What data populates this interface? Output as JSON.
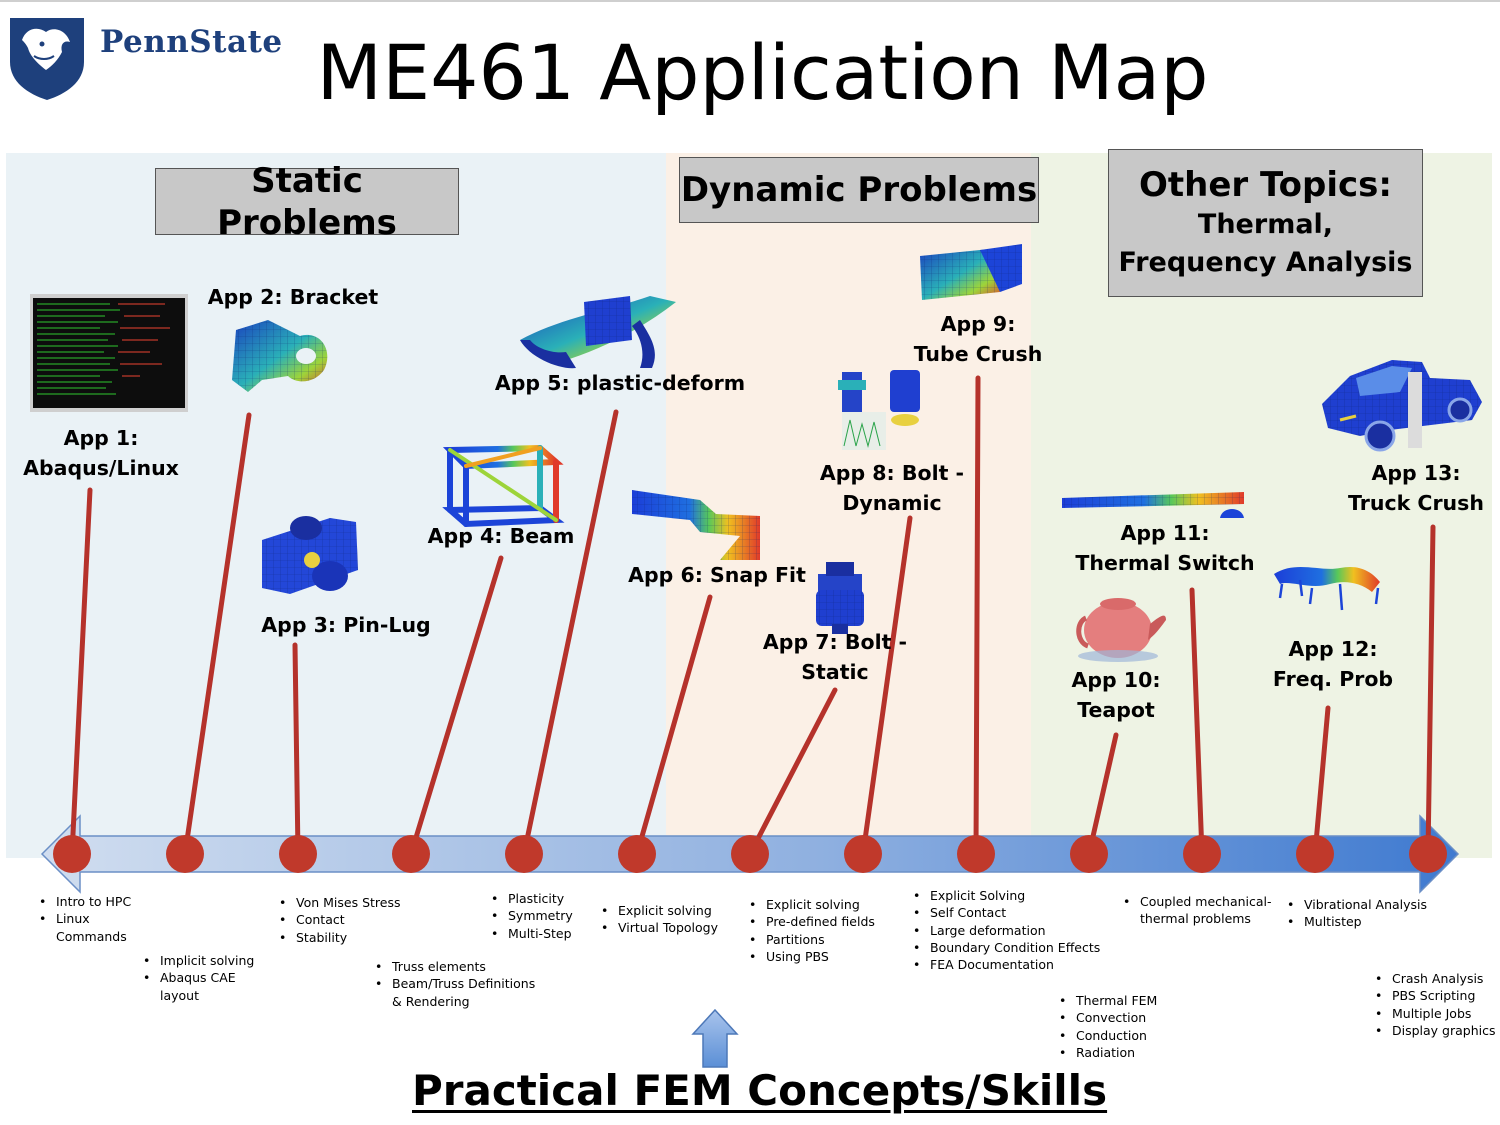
{
  "header": {
    "brand": "PennState",
    "title": "ME461 Application Map"
  },
  "categories": {
    "static": {
      "line1": "Static Problems"
    },
    "dynamic": {
      "line1": "Dynamic Problems"
    },
    "other": {
      "line1": "Other Topics:",
      "line2": "Thermal,",
      "line3": "Frequency Analysis"
    }
  },
  "apps": [
    {
      "id": 1,
      "label": [
        "App 1:",
        "Abaqus/Linux"
      ],
      "category": "static",
      "concepts": [
        [
          "Intro to HPC"
        ],
        [
          "Linux",
          "Commands"
        ]
      ]
    },
    {
      "id": 2,
      "label": [
        "App 2: Bracket"
      ],
      "category": "static",
      "concepts": [
        [
          "Implicit solving"
        ],
        [
          "Abaqus CAE",
          "layout"
        ]
      ]
    },
    {
      "id": 3,
      "label": [
        "App 3: Pin-Lug"
      ],
      "category": "static",
      "concepts": [
        [
          "Von Mises Stress"
        ],
        [
          "Contact"
        ],
        [
          "Stability"
        ]
      ]
    },
    {
      "id": 4,
      "label": [
        "App 4: Beam"
      ],
      "category": "static",
      "concepts": [
        [
          "Truss elements"
        ],
        [
          "Beam/Truss Definitions",
          "& Rendering"
        ]
      ]
    },
    {
      "id": 5,
      "label": [
        "App 5: plastic-deform"
      ],
      "category": "static",
      "concepts": [
        [
          "Plasticity"
        ],
        [
          "Symmetry"
        ],
        [
          "Multi-Step"
        ]
      ]
    },
    {
      "id": 6,
      "label": [
        "App 6: Snap Fit"
      ],
      "category": "dynamic",
      "concepts": [
        [
          "Explicit solving"
        ],
        [
          "Virtual Topology"
        ]
      ]
    },
    {
      "id": 7,
      "label": [
        "App 7: Bolt -",
        "Static"
      ],
      "category": "dynamic",
      "concepts": [
        [
          "Explicit solving"
        ],
        [
          "Pre-defined fields"
        ],
        [
          "Partitions"
        ],
        [
          "Using PBS"
        ]
      ]
    },
    {
      "id": 8,
      "label": [
        "App 8: Bolt -",
        "Dynamic"
      ],
      "category": "dynamic",
      "concepts": [
        [
          "Explicit Solving"
        ],
        [
          "Self Contact"
        ],
        [
          "Large deformation"
        ],
        [
          "Boundary Condition Effects"
        ],
        [
          "FEA Documentation"
        ]
      ]
    },
    {
      "id": 9,
      "label": [
        "App 9:",
        "Tube Crush"
      ],
      "category": "dynamic",
      "concepts": []
    },
    {
      "id": 10,
      "label": [
        "App 10:",
        "Teapot"
      ],
      "category": "other",
      "concepts": [
        [
          "Thermal FEM"
        ],
        [
          "Convection"
        ],
        [
          "Conduction"
        ],
        [
          "Radiation"
        ]
      ]
    },
    {
      "id": 11,
      "label": [
        "App 11:",
        "Thermal Switch"
      ],
      "category": "other",
      "concepts": [
        [
          "Coupled mechanical-",
          "thermal problems"
        ]
      ]
    },
    {
      "id": 12,
      "label": [
        "App 12:",
        "Freq. Prob"
      ],
      "category": "other",
      "concepts": [
        [
          "Vibrational Analysis"
        ],
        [
          "Multistep"
        ]
      ]
    },
    {
      "id": 13,
      "label": [
        "App 13:",
        "Truck Crush"
      ],
      "category": "other",
      "concepts": [
        [
          "Crash Analysis"
        ],
        [
          "PBS Scripting"
        ],
        [
          "Multiple Jobs"
        ],
        [
          "Display graphics"
        ]
      ]
    }
  ],
  "footer": {
    "label": "Practical FEM Concepts/Skills"
  },
  "colors": {
    "brand": "#1e407c",
    "static_bg": "#eaf2f6",
    "dynamic_bg": "#fbf0e6",
    "other_bg": "#eef3e4",
    "node": "#c0392b",
    "connector": "#b5322b",
    "arrow_light": "#c9d9ef",
    "arrow_dark": "#3f7ad0"
  }
}
